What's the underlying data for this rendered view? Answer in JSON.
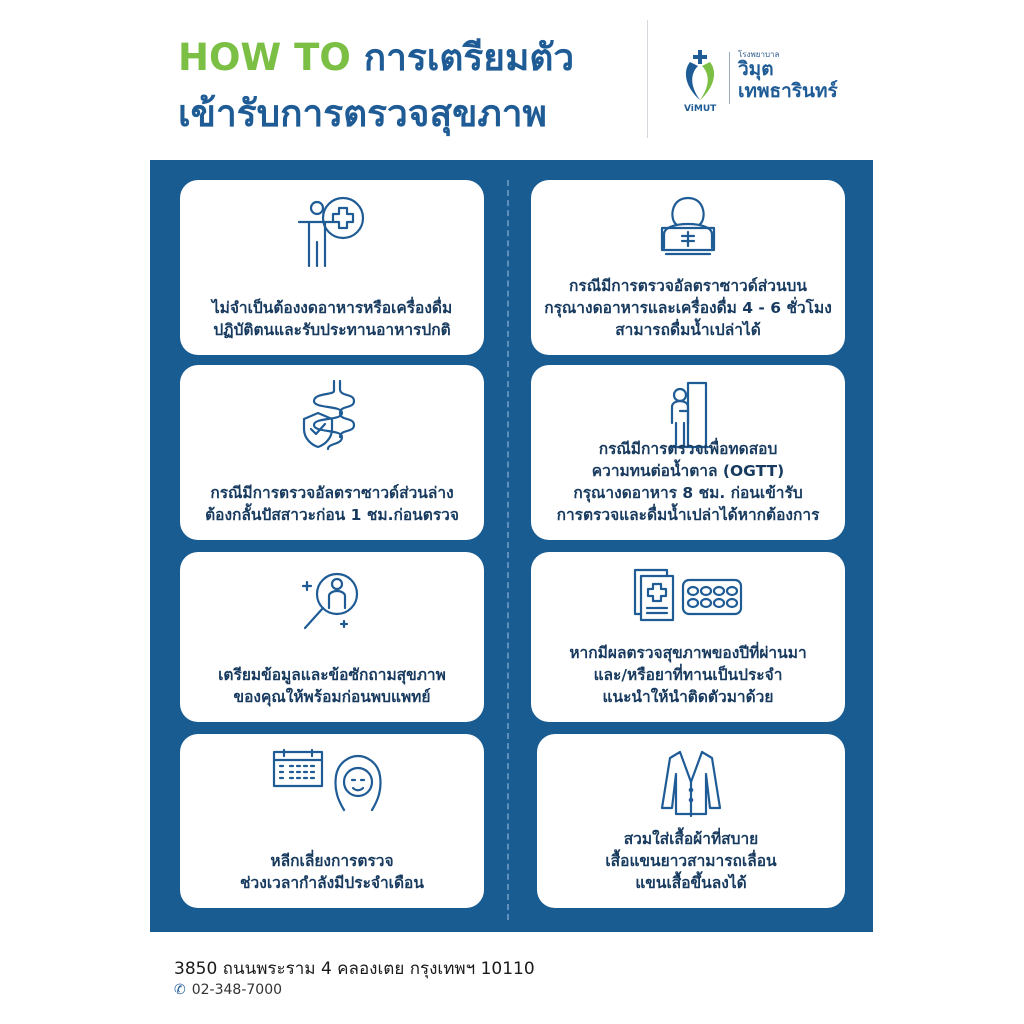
{
  "header": {
    "title_highlight": "HOW TO",
    "title_rest": "การเตรียมตัว",
    "title_line2": "เข้ารับการตรวจสุขภาพ"
  },
  "logo": {
    "small": "โรงพยาบาล",
    "name_line1": "วิมุต",
    "name_line2": "เทพธารินทร์",
    "brand": "ViMUT"
  },
  "cards": [
    {
      "icon": "person-cross-icon",
      "text": [
        "ไม่จำเป็นต้องงดอาหารหรือเครื่องดื่ม",
        "ปฏิบัติตนและรับประทานอาหารปกติ"
      ]
    },
    {
      "icon": "ultrasound-icon",
      "text": [
        "กรณีมีการตรวจอัลตราซาวด์ส่วนบน",
        "กรุณางดอาหารและเครื่องดื่ม 4 - 6 ชั่วโมง",
        "สามารถดื่มน้ำเปล่าได้"
      ]
    },
    {
      "icon": "intestine-shield-icon",
      "text": [
        "กรณีมีการตรวจอัลตราซาวด์ส่วนล่าง",
        "ต้องกลั้นปัสสาวะก่อน 1 ชม.ก่อนตรวจ"
      ]
    },
    {
      "icon": "person-door-icon",
      "text": [
        "กรณีมีการตรวจเพื่อทดสอบ",
        "ความทนต่อน้ำตาล (OGTT)",
        "กรุณางดอาหาร 8 ชม. ก่อนเข้ารับ",
        "การตรวจและดื่มน้ำเปล่าได้หากต้องการ"
      ]
    },
    {
      "icon": "magnifier-person-icon",
      "text": [
        "เตรียมข้อมูลและข้อซักถามสุขภาพ",
        "ของคุณให้พร้อมก่อนพบแพทย์"
      ]
    },
    {
      "icon": "documents-pills-icon",
      "text": [
        "หากมีผลตรวจสุขภาพของปีที่ผ่านมา",
        "และ/หรือยาที่ทานเป็นประจำ",
        "แนะนำให้นำติดตัวมาด้วย"
      ]
    },
    {
      "icon": "calendar-woman-icon",
      "text": [
        "หลีกเลี่ยงการตรวจ",
        "ช่วงเวลากำลังมีประจำเดือน"
      ]
    },
    {
      "icon": "cardigan-icon",
      "text": [
        "สวมใส่เสื้อผ้าที่สบาย",
        "เสื้อแขนยาวสามารถเลื่อน",
        "แขนเสื้อขึ้นลงได้"
      ]
    }
  ],
  "footer": {
    "address": "3850 ถนนพระราม 4 คลองเตย กรุงเทพฯ 10110",
    "phone": "02-348-7000"
  },
  "colors": {
    "panel": "#185c92",
    "green": "#7bbf44",
    "title": "#1f5c96"
  }
}
